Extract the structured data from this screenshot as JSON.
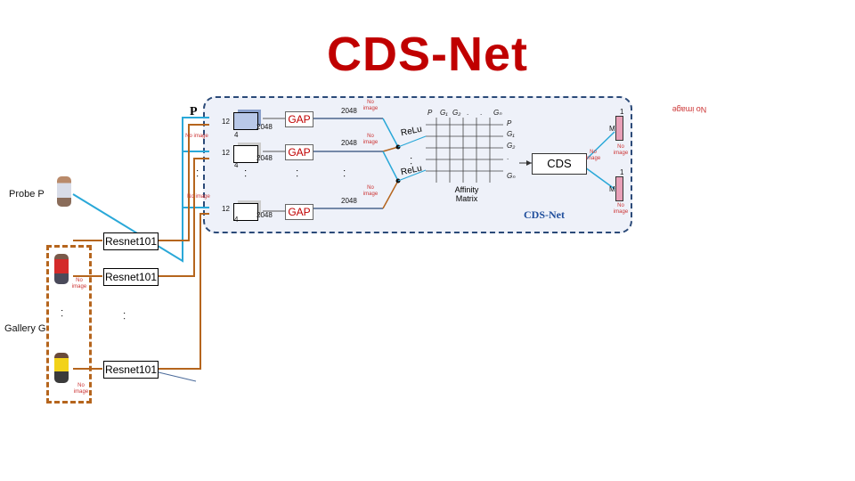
{
  "title": "CDS-Net",
  "probe": {
    "label": "Probe P"
  },
  "gallery": {
    "label": "Gallery G"
  },
  "resnet": [
    "Resnet101",
    "Resnet101",
    "Resnet101"
  ],
  "p_label": "P",
  "gap": [
    "GAP",
    "GAP",
    "GAP"
  ],
  "feature_dim": "2048",
  "map_dims": {
    "h": "12",
    "w": "4",
    "c": "2048"
  },
  "relu": "ReLu",
  "matrix": {
    "cols": [
      "P",
      "G₁",
      "G₂",
      ".",
      ".",
      "Gₙ"
    ],
    "rows": [
      "P",
      "G₁",
      "G₂",
      ".",
      "Gₙ"
    ],
    "label_line1": "Affinity",
    "label_line2": "Matrix"
  },
  "cds": "CDS",
  "cdsnet": "CDS-Net",
  "vec": {
    "top": "1",
    "side": "M"
  },
  "no_image": "No image",
  "dots": ". ."
}
